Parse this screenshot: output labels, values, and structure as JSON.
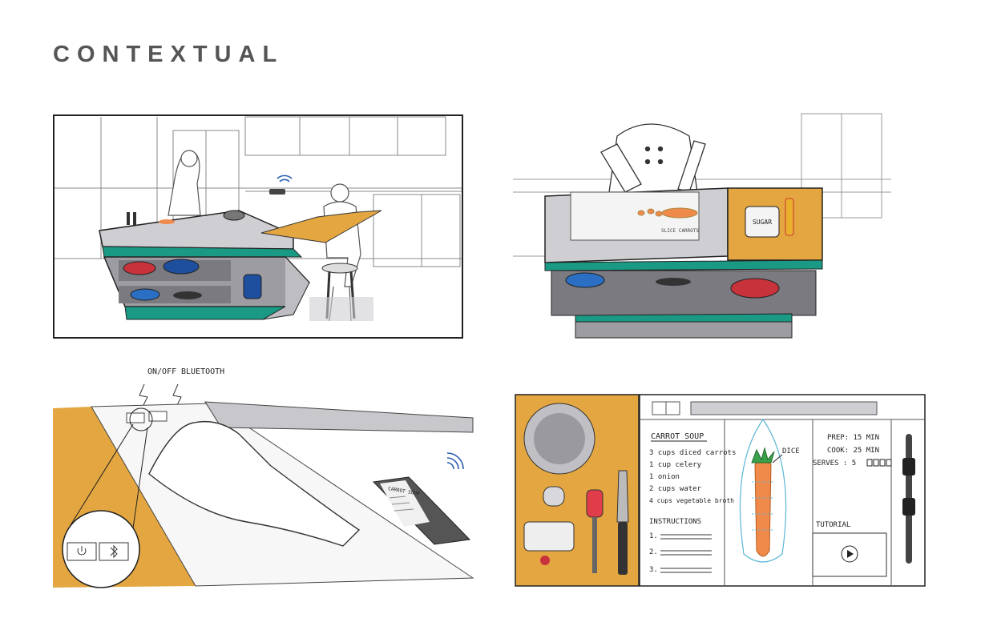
{
  "page": {
    "title": "CONTEXTUAL"
  },
  "colors": {
    "accent_teal": "#1a9a84",
    "wood_orange": "#e3a640",
    "carrot": "#f08a4a",
    "steel": "#b9b9bd",
    "ink": "#222222",
    "wifi_blue": "#2a5fb0"
  },
  "sketch2": {
    "jar_label": "SUGAR",
    "board_label": "SLICE CARROTS"
  },
  "sketch3": {
    "label_onoff": "ON/OFF",
    "label_bluetooth": "BLUETOOTH",
    "phone_text": "CARROT SOUP"
  },
  "sketch4": {
    "recipe_title": "CARROT SOUP",
    "ingredients": [
      "3 cups diced carrots",
      "1 cup celery",
      "1 onion",
      "2 cups water",
      "4 cups vegetable broth"
    ],
    "instructions_heading": "INSTRUCTIONS",
    "steps": [
      "1.",
      "2.",
      "3."
    ],
    "dice_label": "DICE",
    "prep": "PREP: 15 MIN",
    "cook": "COOK: 25 MIN",
    "serves": "SERVES : 5",
    "tutorial": "TUTORIAL"
  }
}
